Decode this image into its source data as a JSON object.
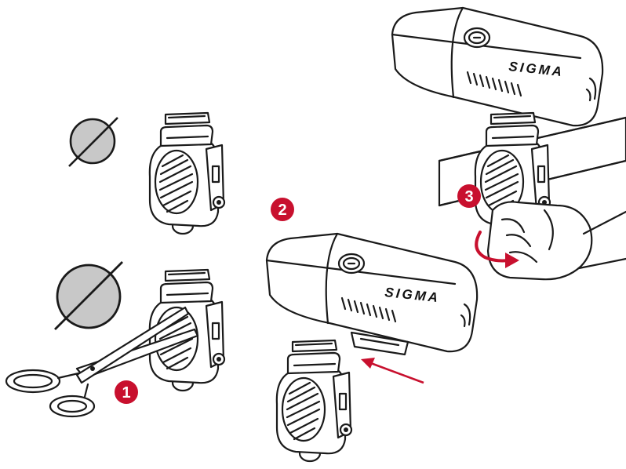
{
  "steps": [
    {
      "number": "1"
    },
    {
      "number": "2"
    },
    {
      "number": "3"
    }
  ],
  "brand": {
    "upper_light": "SIGMA",
    "lower_light": "SIGMA"
  },
  "colors": {
    "step_badge": "#c8102e",
    "arrow": "#c8102e",
    "prohibited_fill": "#c8c8c8",
    "line": "#1a1a1a"
  },
  "icons": [
    "diameter-symbol-icon",
    "scissors-icon",
    "arrow-icon",
    "rotate-arrow-icon"
  ]
}
